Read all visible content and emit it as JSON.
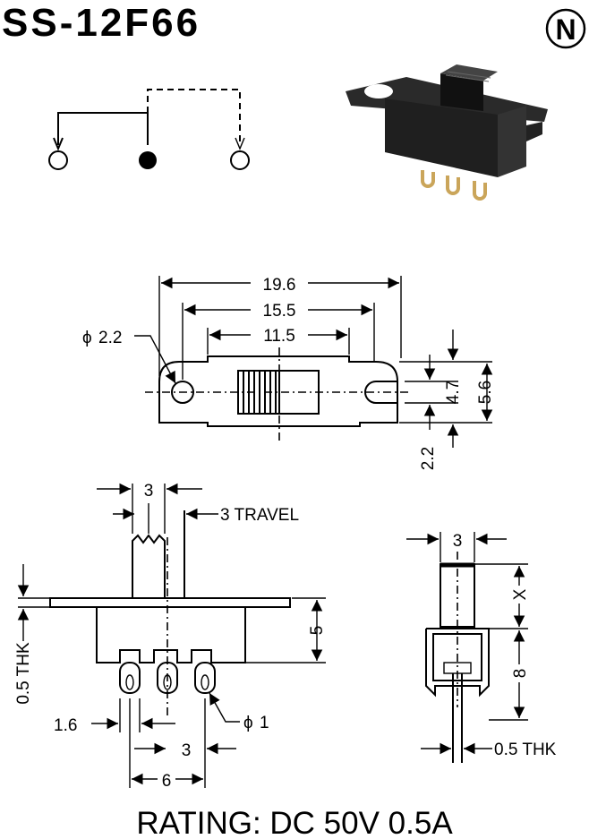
{
  "header": {
    "model": "SS-12F66",
    "logo_letter": "N"
  },
  "top_view": {
    "dim_overall": "19.6",
    "dim_mount_pitch": "15.5",
    "dim_body": "11.5",
    "dim_hole": "2.2",
    "dim_height_inner": "4.7",
    "dim_height_outer": "5.6",
    "dim_slot": "2.2"
  },
  "side_view": {
    "dim_actuator": "3",
    "travel_label": "3 TRAVEL",
    "dim_body_height": "5",
    "thickness_label": "0.5 THK",
    "dim_pin_hole": "1.6",
    "pin_dia_label": "1",
    "dim_pin_pitch": "3",
    "dim_pin_span": "6"
  },
  "end_view": {
    "dim_actuator": "3",
    "dim_x": "X",
    "dim_height": "8",
    "thickness_label": "0.5 THK"
  },
  "rating": {
    "text": "RATING: DC 50V 0.5A"
  },
  "colors": {
    "ink": "#000000",
    "body_dark": "#1f1f1f",
    "pin_gold": "#d8b46a"
  }
}
